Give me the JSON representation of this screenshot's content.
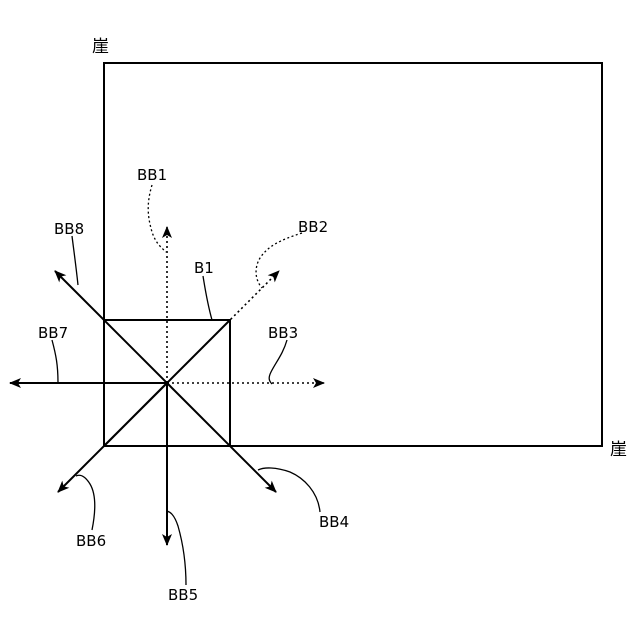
{
  "cliff_labels": {
    "top_left": "崖",
    "right": "崖"
  },
  "box_label": "B1",
  "direction_labels": {
    "bb1": "BB1",
    "bb2": "BB2",
    "bb3": "BB3",
    "bb4": "BB4",
    "bb5": "BB5",
    "bb6": "BB6",
    "bb7": "BB7",
    "bb8": "BB8"
  }
}
